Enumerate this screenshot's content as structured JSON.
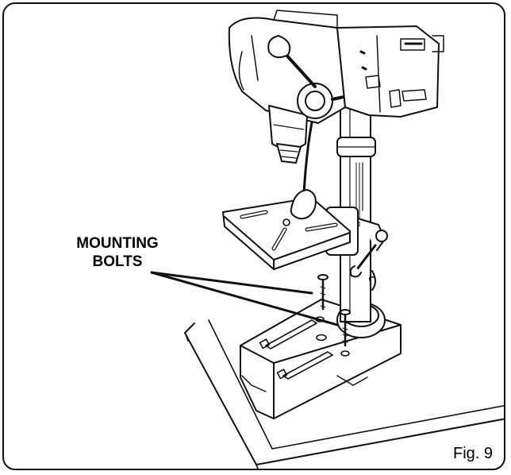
{
  "figure": {
    "callout_line_1": "MOUNTING",
    "callout_line_2": "BOLTS",
    "caption": "Fig. 9"
  },
  "colors": {
    "ink": "#111111",
    "paper": "#ffffff"
  }
}
